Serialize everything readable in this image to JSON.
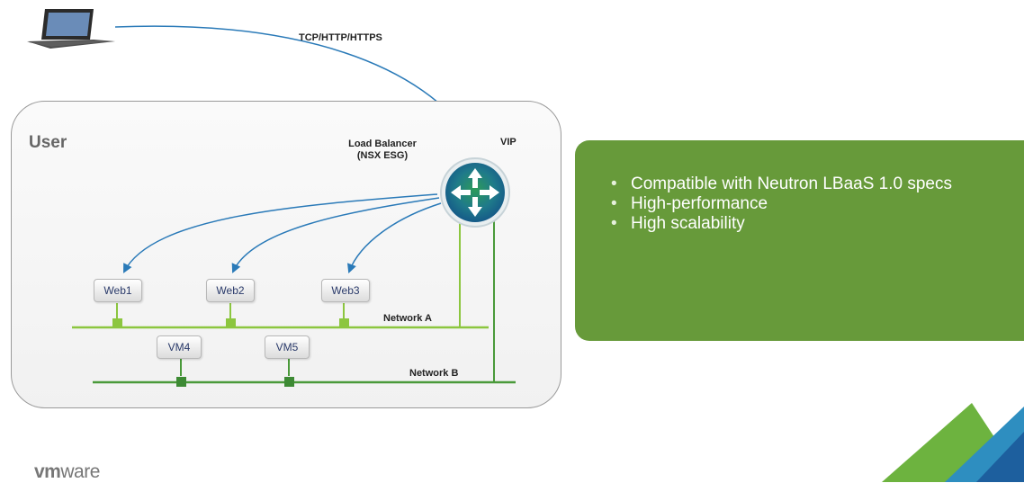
{
  "diagram": {
    "protocol_label": "TCP/HTTP/HTTPS",
    "user_label": "User",
    "load_balancer_label_1": "Load Balancer",
    "load_balancer_label_2": "(NSX ESG)",
    "vip_label": "VIP",
    "network_a_label": "Network A",
    "network_b_label": "Network B",
    "vms": {
      "web1": "Web1",
      "web2": "Web2",
      "web3": "Web3",
      "vm4": "VM4",
      "vm5": "VM5"
    },
    "icons": [
      "laptop-icon",
      "load-balancer-icon"
    ],
    "colors": {
      "arrow": "#2a7ab8",
      "network_a": "#8cc63f",
      "network_b": "#4a9a3a",
      "callout": "#679a3a"
    }
  },
  "callout": {
    "bullets": [
      "Compatible with Neutron LBaaS 1.0 specs",
      "High-performance",
      "High scalability"
    ]
  },
  "branding": {
    "logo_bold": "vm",
    "logo_light": "ware"
  }
}
